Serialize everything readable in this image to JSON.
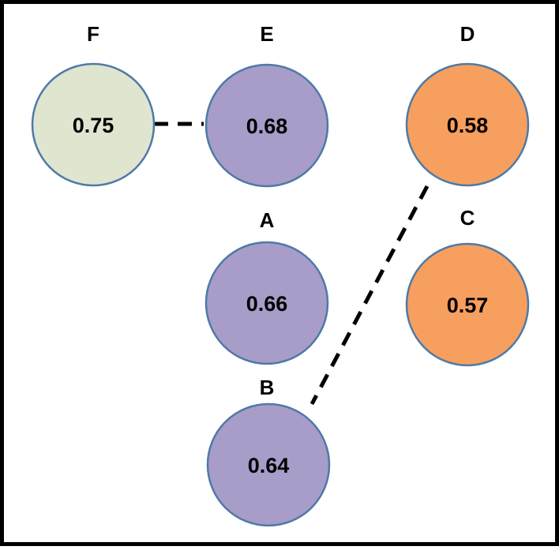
{
  "nodes": [
    {
      "id": "F",
      "label": "F",
      "value": "0.75",
      "fill": "#dfe5cf",
      "stroke": "#4f7aa6"
    },
    {
      "id": "E",
      "label": "E",
      "value": "0.68",
      "fill": "#a89cc8",
      "stroke": "#4f7aa6"
    },
    {
      "id": "D",
      "label": "D",
      "value": "0.58",
      "fill": "#f79f5f",
      "stroke": "#4f7aa6"
    },
    {
      "id": "A",
      "label": "A",
      "value": "0.66",
      "fill": "#a89cc8",
      "stroke": "#4f7aa6"
    },
    {
      "id": "C",
      "label": "C",
      "value": "0.57",
      "fill": "#f79f5f",
      "stroke": "#4f7aa6"
    },
    {
      "id": "B",
      "label": "B",
      "value": "0.64",
      "fill": "#a89cc8",
      "stroke": "#4f7aa6"
    }
  ],
  "links": [
    {
      "from": "F",
      "to": "E",
      "style": "dashed"
    },
    {
      "from": "D",
      "to": "B",
      "style": "dashed"
    }
  ],
  "colors": {
    "border": "#000000",
    "text": "#000000",
    "link": "#000000"
  }
}
